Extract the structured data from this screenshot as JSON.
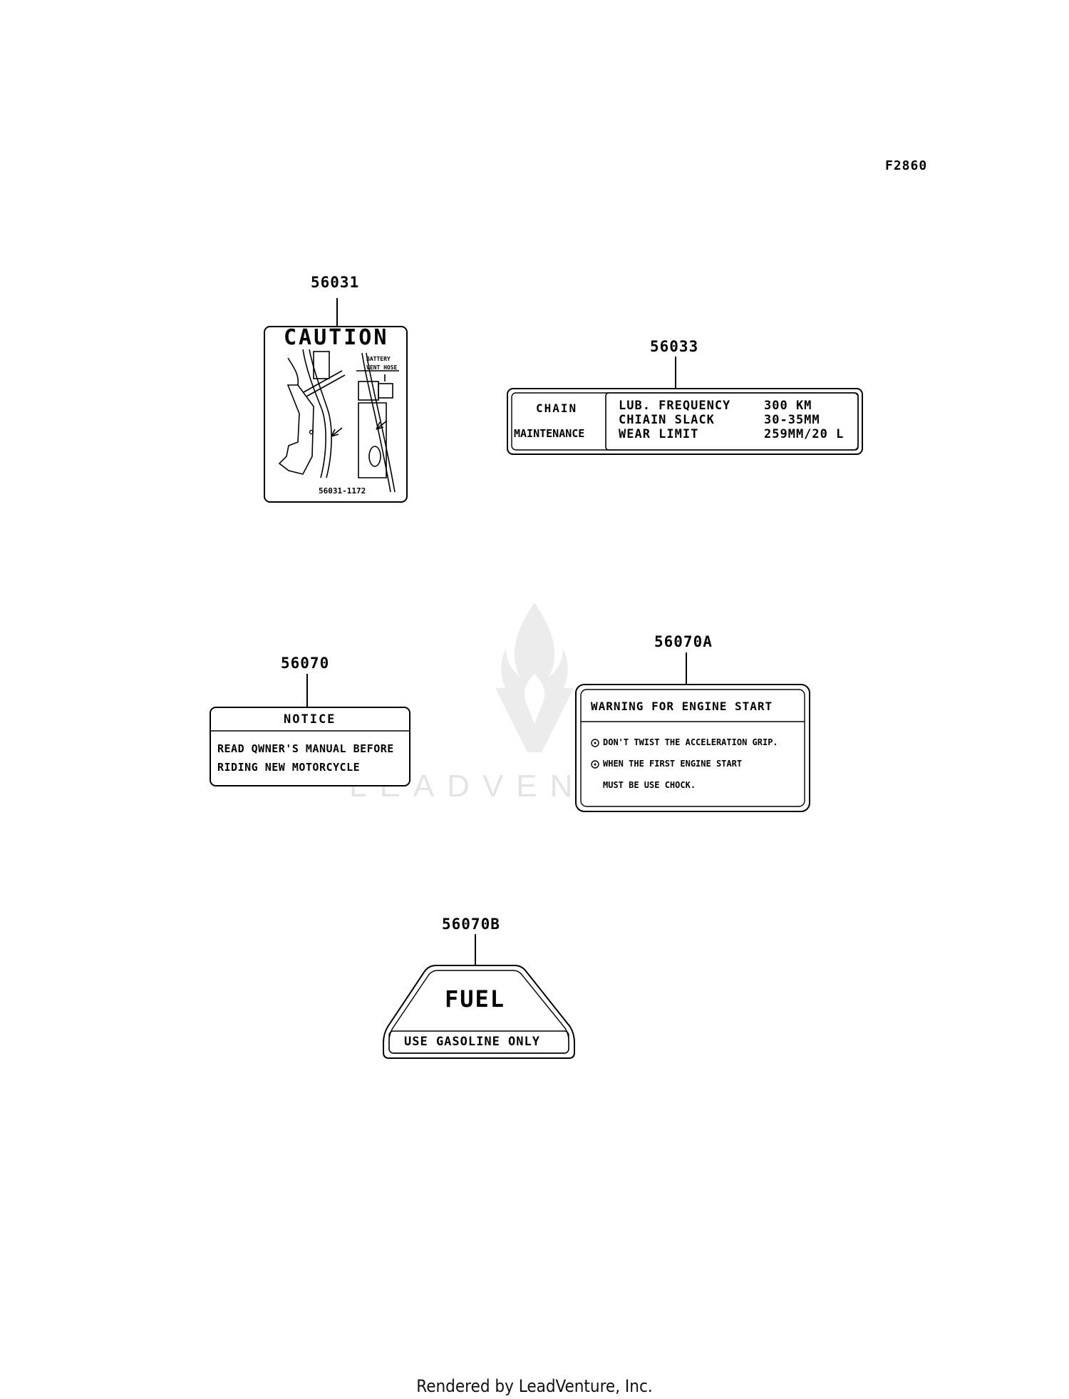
{
  "figure_id": "F2860",
  "watermark": "LEADVENTURE",
  "footer": "Rendered by LeadVenture, Inc.",
  "parts": {
    "p56031": {
      "number": "56031",
      "heading": "CAUTION",
      "hose_label_1": "BATTERY",
      "hose_label_2": "VENT HOSE",
      "code": "56031-1172"
    },
    "p56033": {
      "number": "56033",
      "left_1": "CHAIN",
      "left_2": "MAINTENANCE",
      "rows": [
        {
          "label": "LUB. FREQUENCY",
          "value": "300 KM"
        },
        {
          "label": "CHIAIN SLACK",
          "value": "30-35MM"
        },
        {
          "label": "WEAR LIMIT",
          "value": "259MM/20 L"
        }
      ]
    },
    "p56070": {
      "number": "56070",
      "heading": "NOTICE",
      "line_1": "READ QWNER'S MANUAL BEFORE",
      "line_2": "RIDING NEW MOTORCYCLE"
    },
    "p56070A": {
      "number": "56070A",
      "heading": "WARNING FOR ENGINE START",
      "line_1": "DON'T TWIST THE ACCELERATION GRIP.",
      "line_2": "WHEN THE FIRST ENGINE START",
      "line_3": "MUST BE USE CHOCK."
    },
    "p56070B": {
      "number": "56070B",
      "heading": "FUEL",
      "line_1": "USE GASOLINE ONLY"
    }
  }
}
